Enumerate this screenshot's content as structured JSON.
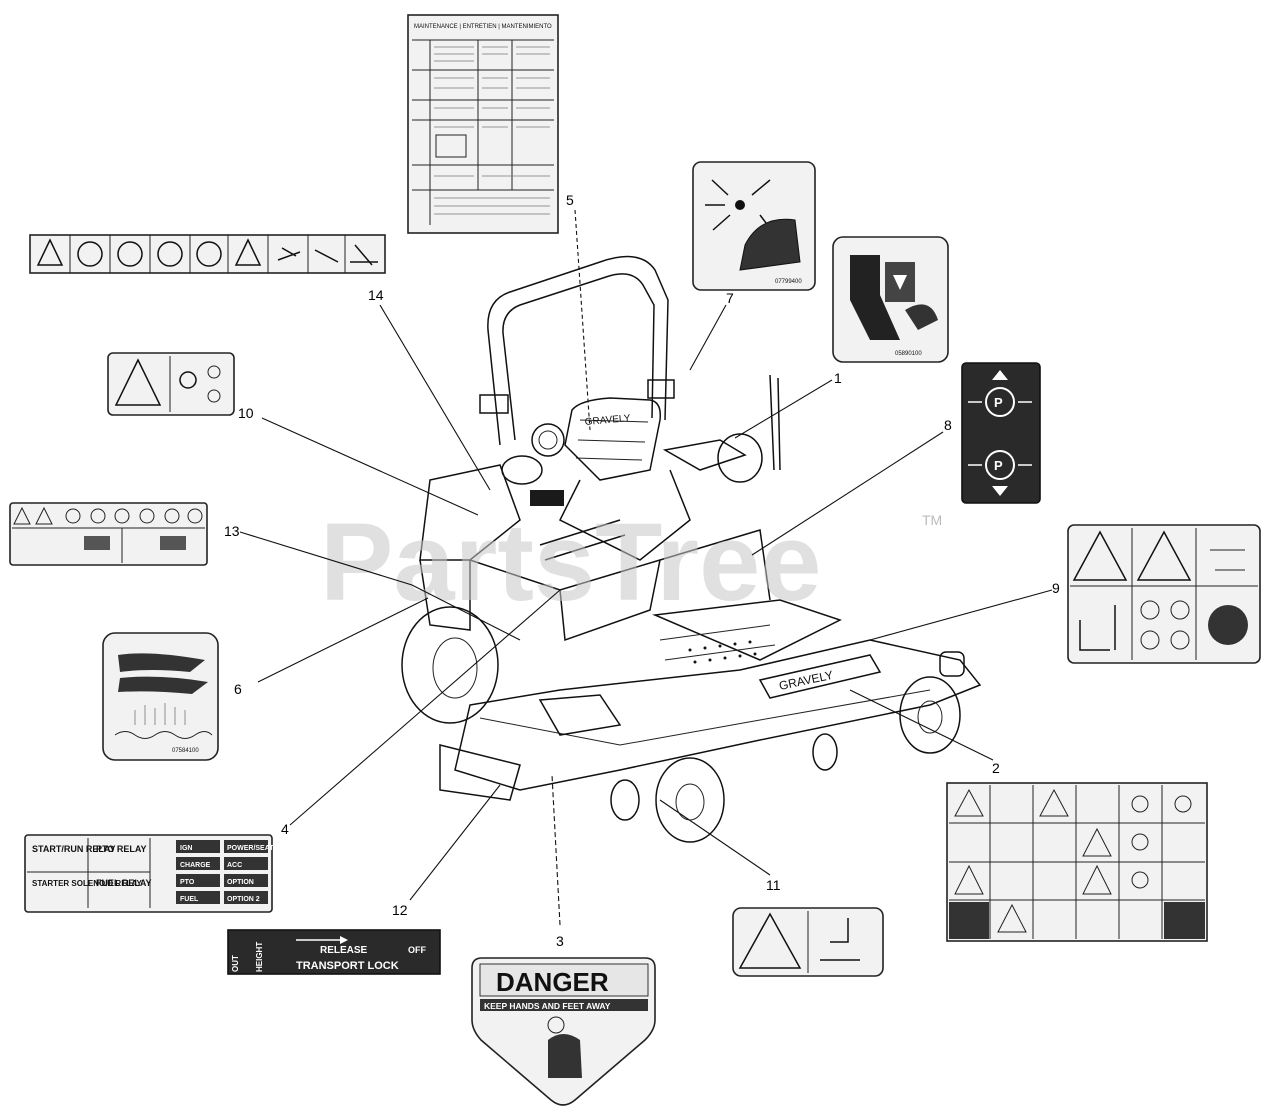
{
  "watermark": {
    "text": "PartsTree",
    "tm": "TM"
  },
  "callouts": {
    "c1": "1",
    "c2": "2",
    "c3": "3",
    "c4": "4",
    "c5": "5",
    "c6": "6",
    "c7": "7",
    "c8": "8",
    "c9": "9",
    "c10": "10",
    "c11": "11",
    "c12": "12",
    "c13": "13",
    "c14": "14"
  },
  "decals": {
    "maintenance_title": "MAINTENANCE | ENTRETIEN | MANTENIMIENTO",
    "pinch_code": "07799400",
    "crush_code": "05890100",
    "hand_code": "07584100",
    "relay": {
      "start_run": "START/RUN RELAY",
      "pto": "PTO RELAY",
      "starter_solenoid": "STARTER SOLENOID RELAY",
      "fuel": "FUEL RELAY",
      "fuse_1": "IGN",
      "fuse_2": "POWER/SEAT",
      "fuse_3": "CHARGE",
      "fuse_4": "ACC",
      "fuse_5": "PTO",
      "fuse_6": "OPTION",
      "fuse_7": "FUEL",
      "fuse_8": "OPTION 2"
    },
    "transport": {
      "out": "OUT",
      "height": "HEIGHT",
      "release": "RELEASE",
      "off": "OFF",
      "lock": "TRANSPORT LOCK"
    },
    "danger": {
      "title": "DANGER",
      "subtitle": "KEEP HANDS AND FEET AWAY"
    },
    "brand_deck": "GRAVELY",
    "brand_seat": "GRAVELY"
  },
  "colors": {
    "ink": "#111111",
    "decal_fill": "#f2f2f2",
    "decal_dark": "#2a2a2a",
    "watermark": "#c8c8c8"
  }
}
